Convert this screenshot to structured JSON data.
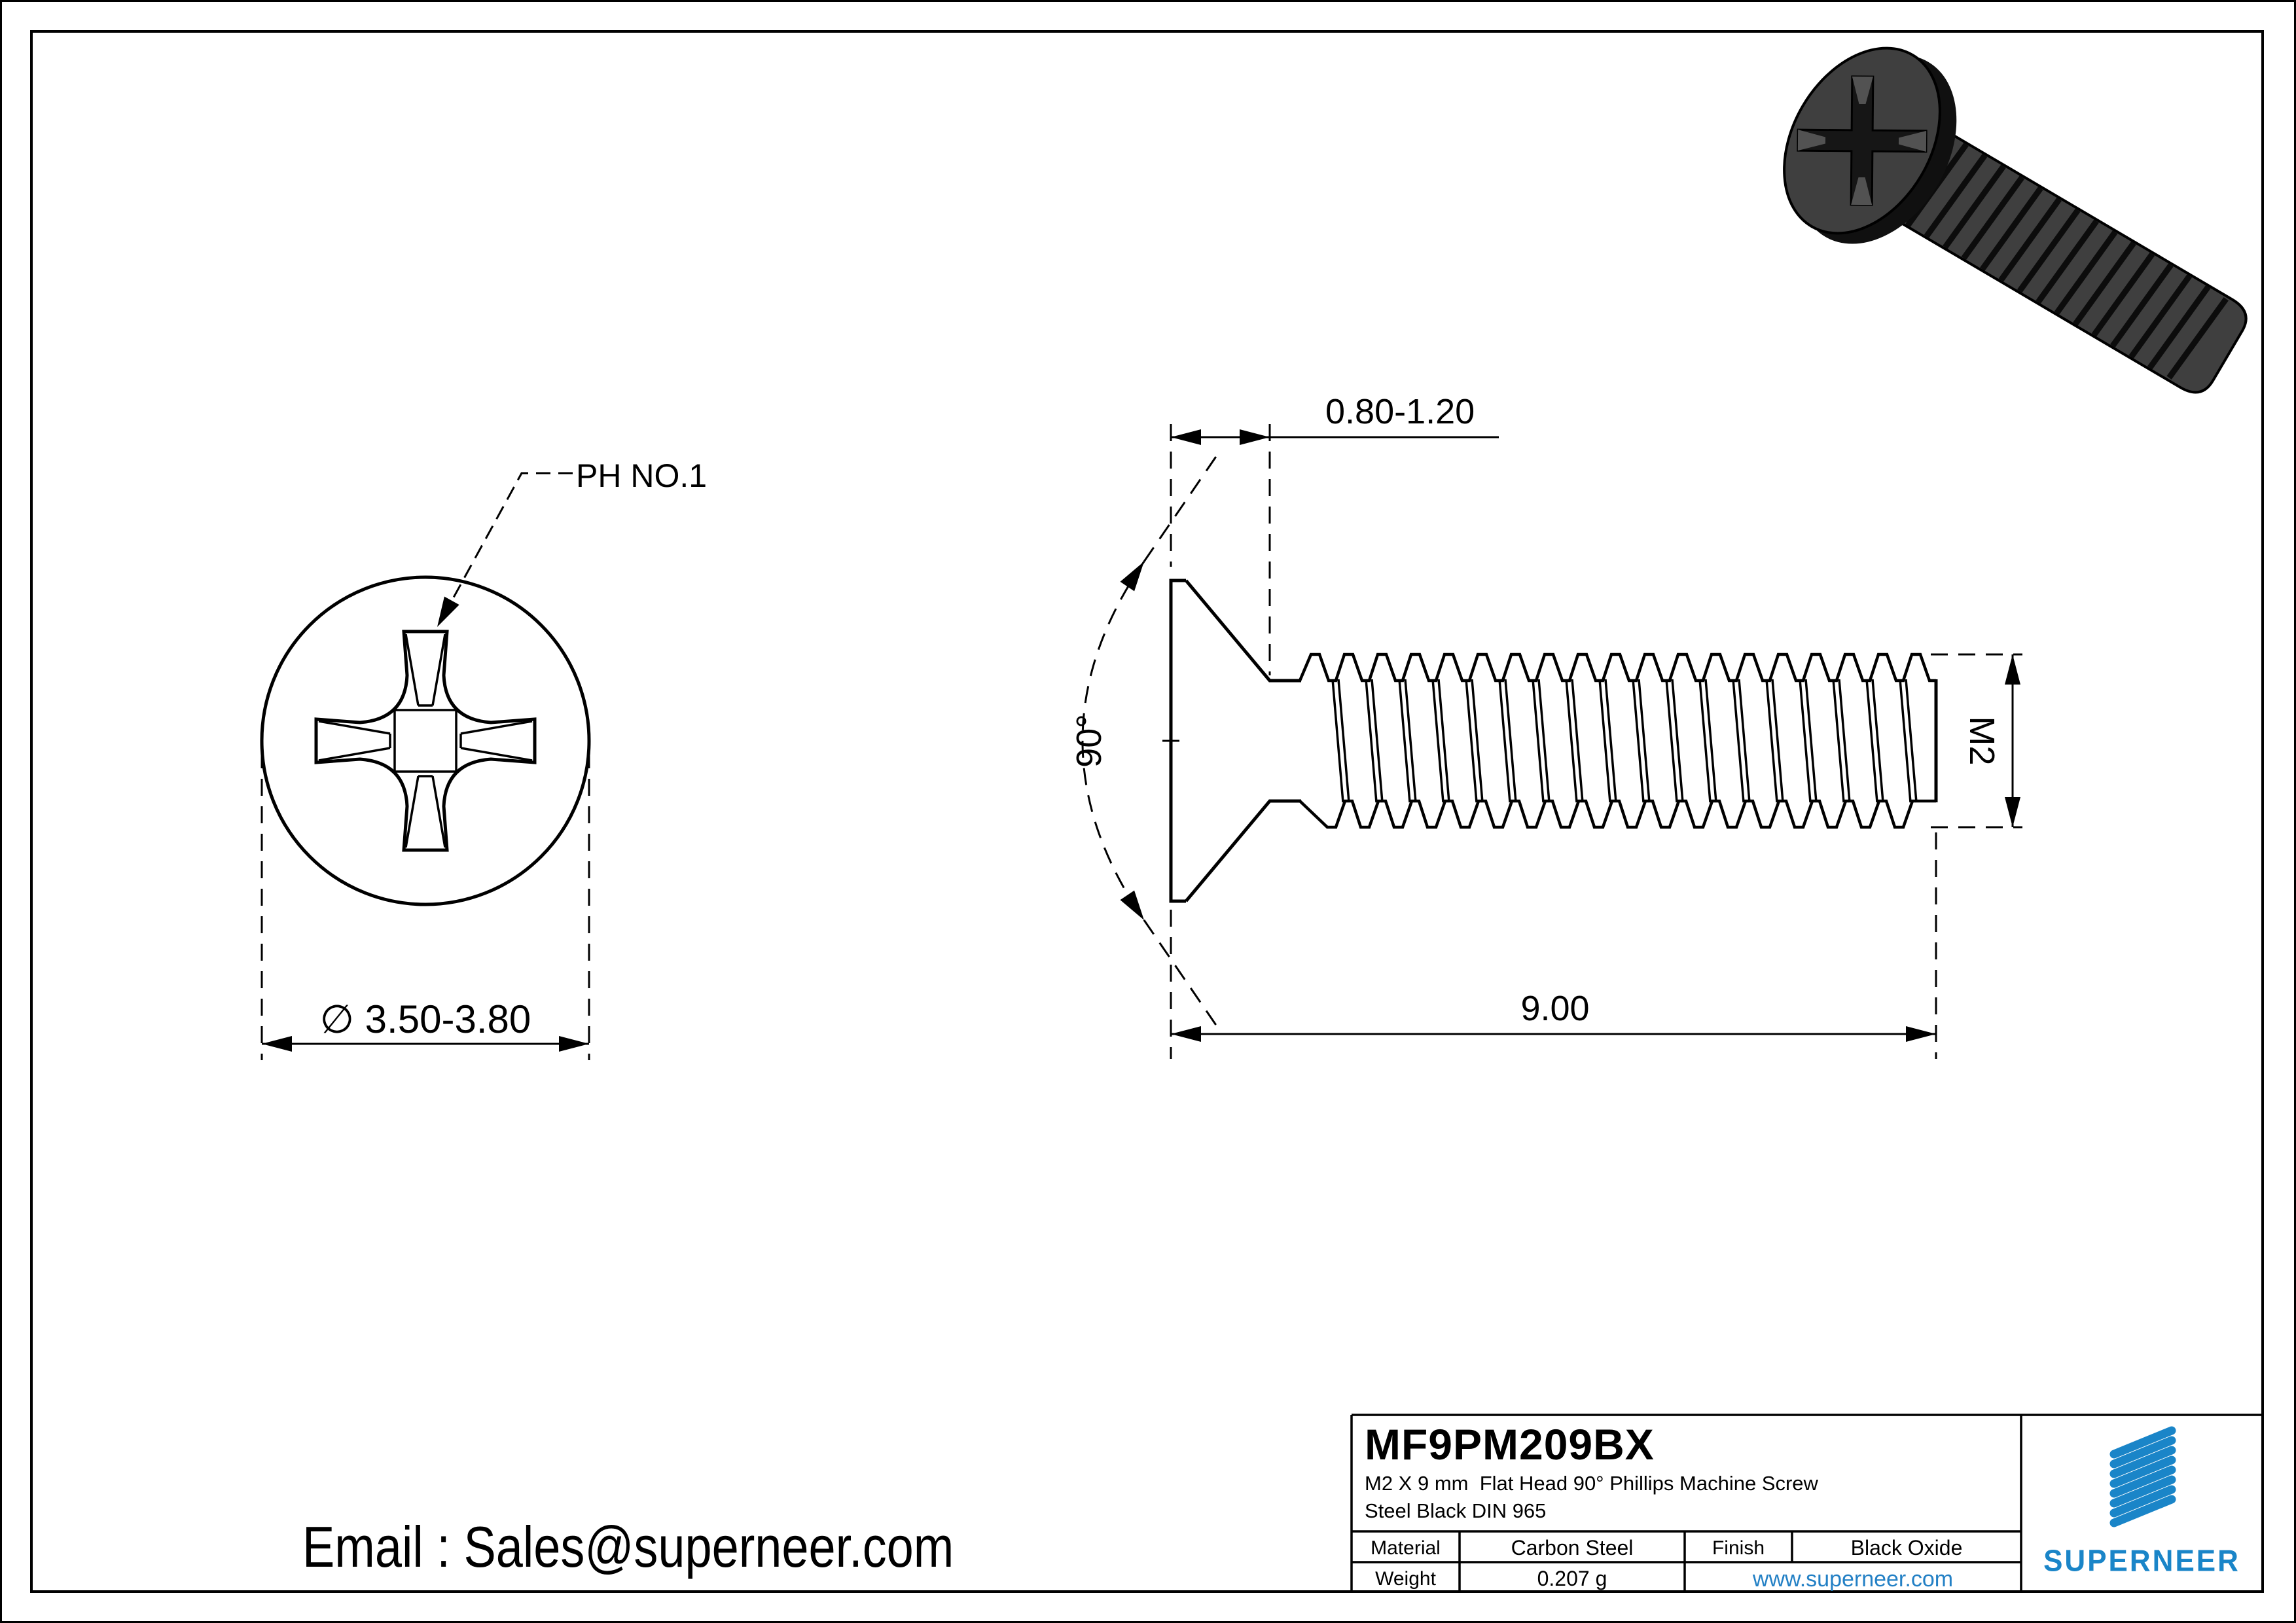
{
  "drawing": {
    "labels": {
      "ph_label": "PH NO.1",
      "head_diameter": "∅ 3.50-3.80",
      "head_thickness": "0.80-1.20",
      "countersink_angle": "90°",
      "thread_size": "M2",
      "total_length": "9.00"
    },
    "email": "Email : Sales@superneer.com",
    "title_block": {
      "part_number": "MF9PM209BX",
      "description_line1": "M2 X 9 mm  Flat Head 90° Phillips Machine Screw",
      "description_line2": "Steel Black DIN 965",
      "material_label": "Material",
      "material_value": "Carbon Steel",
      "finish_label": "Finish",
      "finish_value": "Black Oxide",
      "weight_label": "Weight",
      "weight_value": "0.207 g",
      "website": "www.superneer.com",
      "brand": "SUPERNEER"
    },
    "colors": {
      "brand_blue": "#1a85c8",
      "link_blue": "#2380c5",
      "line_black": "#000000",
      "screw_gray": "#3f3f3f"
    }
  }
}
